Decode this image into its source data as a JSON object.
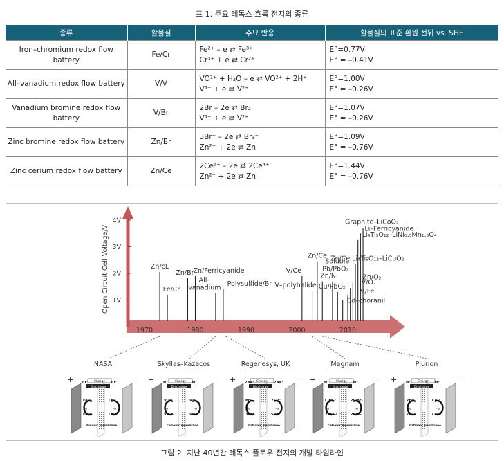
{
  "table": {
    "caption": "표 1. 주요 레독스 흐름 전지의 종류",
    "headers": [
      "종류",
      "활물질",
      "주요 반응",
      "활물질의 표준 환원 전위 vs. SHE"
    ],
    "rows": [
      {
        "type": "Iron–chromium redox flow battery",
        "material": "Fe/Cr",
        "reactions": [
          "Fe²⁺ – e ⇄ Fe³⁺",
          "Cr³⁺ + e ⇄ Cr²⁺"
        ],
        "potentials": [
          "E°=0.77V",
          "E° = –0.41V"
        ]
      },
      {
        "type": "All–vanadium redox flow battery",
        "material": "V/V",
        "reactions": [
          "VO²⁺ + H₂O – e ⇄ VO²⁺ + 2H⁺",
          "V³⁺ + e ⇄ V²⁺"
        ],
        "potentials": [
          "E°=1.00V",
          "E° = –0.26V"
        ]
      },
      {
        "type": "Vanadium bromine redox flow battery",
        "material": "V/Br",
        "reactions": [
          "2Br – 2e ⇄ Br₂",
          "V³⁺ + e ⇄ V²⁺"
        ],
        "potentials": [
          "E°=1.07V",
          "E° = –0.26V"
        ]
      },
      {
        "type": "Zinc bromine redox flow battery",
        "material": "Zn/Br",
        "reactions": [
          "3Br⁻ – 2e ⇄ Br₃⁻",
          "Zn²⁺ + 2e ⇄ Zn"
        ],
        "potentials": [
          "E°=1.09V",
          "E° = –0.76V"
        ]
      },
      {
        "type": "Zinc cerium redox flow battery",
        "material": "Zn/Ce",
        "reactions": [
          "2Ce³⁺ – 2e ⇄ 2Ce⁴⁺",
          "Zn²⁺ + 2e ⇄ Zn"
        ],
        "potentials": [
          "E°=1.44V",
          "E° = –0.76V"
        ]
      }
    ]
  },
  "figure": {
    "caption": "그림 2. 지난 40년간 레독스 플로우 전지의 개발 타임라인",
    "ylabel": "Open Circuit Cell Voltage/V",
    "yticks": [
      "1V",
      "2V",
      "3V",
      "4V"
    ],
    "xticks": [
      "1970",
      "1980",
      "1990",
      "2000",
      "2010"
    ],
    "timeline_events": [
      {
        "label": "Zn/cL",
        "year": 1973,
        "voltage": 2.05
      },
      {
        "label": "Fe/Cr",
        "year": 1974.5,
        "voltage": 1.2
      },
      {
        "label": "Zn/Br",
        "year": 1978.5,
        "voltage": 1.82
      },
      {
        "label": "Zn/Ferricyanide",
        "year": 1980,
        "voltage": 1.9
      },
      {
        "label": "All–vanadium",
        "year": 1984,
        "voltage": 1.26
      },
      {
        "label": "Polysulfide/Br",
        "year": 1985.5,
        "voltage": 1.4
      },
      {
        "label": "V/Ce",
        "year": 2001,
        "voltage": 1.9
      },
      {
        "label": "V–polyhalide",
        "year": 2003,
        "voltage": 1.35
      },
      {
        "label": "Zn/Ce",
        "year": 2004,
        "voltage": 2.45
      },
      {
        "label": "Soluble Pb/PbO₂",
        "year": 2005,
        "voltage": 1.7
      },
      {
        "label": "Zn/Ni",
        "year": 2007,
        "voltage": 1.7
      },
      {
        "label": "Cu/PbO₂",
        "year": 2008,
        "voltage": 1.3
      },
      {
        "label": "Cd–choranil",
        "year": 2009,
        "voltage": 1.0
      },
      {
        "label": "V/Fe",
        "year": 2010,
        "voltage": 1.2
      },
      {
        "label": "V/O₂",
        "year": 2010.5,
        "voltage": 1.45
      },
      {
        "label": "Zn/O₂",
        "year": 2011,
        "voltage": 1.65
      },
      {
        "label": "Zn/Ce Li₄Ti₅O₁₂–LiCoO₂",
        "year": 2011.5,
        "voltage": 2.35
      },
      {
        "label": "Li₄Ti₅O₁₂–LiNi₀.₅Mn₁.₅O₄",
        "year": 2012,
        "voltage": 3.25
      },
      {
        "label": "Li–Ferricyanide",
        "year": 2012.5,
        "voltage": 3.5
      },
      {
        "label": "Graphite–LiCoO₂",
        "year": 2013,
        "voltage": 3.7
      }
    ],
    "developers": [
      "NASA",
      "Skyllas–Kazacos",
      "Regenesys, UK",
      "Magnam",
      "Plurion"
    ],
    "cells": [
      {
        "left_top": "Cl⁻",
        "right_top": "Cl⁻",
        "left_mid": "Fe²⁺",
        "left_low": "Fe³⁺",
        "right_mid": "Cr³⁺",
        "right_low": "Cr²⁺",
        "membrane": "Anionic membrane"
      },
      {
        "left_top": "H⁺",
        "right_top": "H⁺",
        "left_mid": "VO²⁺",
        "left_low": "VO₂⁺",
        "right_mid": "V³⁺",
        "right_low": "V²⁺",
        "membrane": "Cationic membrane"
      },
      {
        "left_top": "2Na⁺",
        "right_top": "2Na⁺",
        "left_mid": "Br⁻",
        "left_low": "3Br⁻",
        "right_mid": "2S₂²⁻",
        "right_low": "S₄²⁻",
        "membrane": "Cationic membrane"
      },
      {
        "left_top": "H⁺",
        "right_top": "H⁺",
        "left_mid": "ClBr₂⁻",
        "left_low": "2Br₂+Cl⁻",
        "right_mid": "2V/Br₃",
        "right_low": "2VBr₃",
        "membrane": "Cationic membrane"
      },
      {
        "left_top": "H⁺",
        "right_top": "H⁺",
        "left_mid": "Zn²⁺",
        "left_low": "Zn",
        "right_mid": "Ce³⁺",
        "right_low": "Ce⁴⁺",
        "membrane": "Cationic membrane"
      }
    ],
    "charge_label": "Charge",
    "discharge_label": "Discharge",
    "electron_label": "–e",
    "plus": "+",
    "minus": "–",
    "axis_color": "#c35758"
  }
}
